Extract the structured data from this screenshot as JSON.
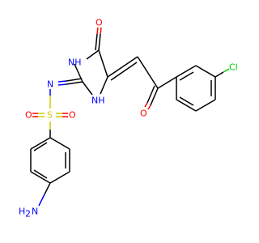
{
  "molecule": {
    "atoms": {
      "O_top": {
        "label": "O",
        "color": "#ff0000"
      },
      "NH_ring_top": {
        "label": "NH",
        "color": "#0000ff"
      },
      "NH_ring_bottom": {
        "label": "NH",
        "color": "#0000ff"
      },
      "N_imine": {
        "label": "N",
        "color": "#0000ff"
      },
      "S": {
        "label": "S",
        "color": "#cccc00"
      },
      "O_s_left": {
        "label": "O",
        "color": "#ff0000"
      },
      "O_s_right": {
        "label": "O",
        "color": "#ff0000"
      },
      "O_ketone": {
        "label": "O",
        "color": "#ff0000"
      },
      "Cl": {
        "label": "Cl",
        "color": "#00cc00"
      },
      "NH2_H": {
        "label": "H",
        "color": "#0000ff"
      },
      "NH2_N": {
        "label": "N",
        "color": "#0000ff"
      },
      "NH2_sub": {
        "label": "2",
        "color": "#0000ff"
      }
    }
  }
}
